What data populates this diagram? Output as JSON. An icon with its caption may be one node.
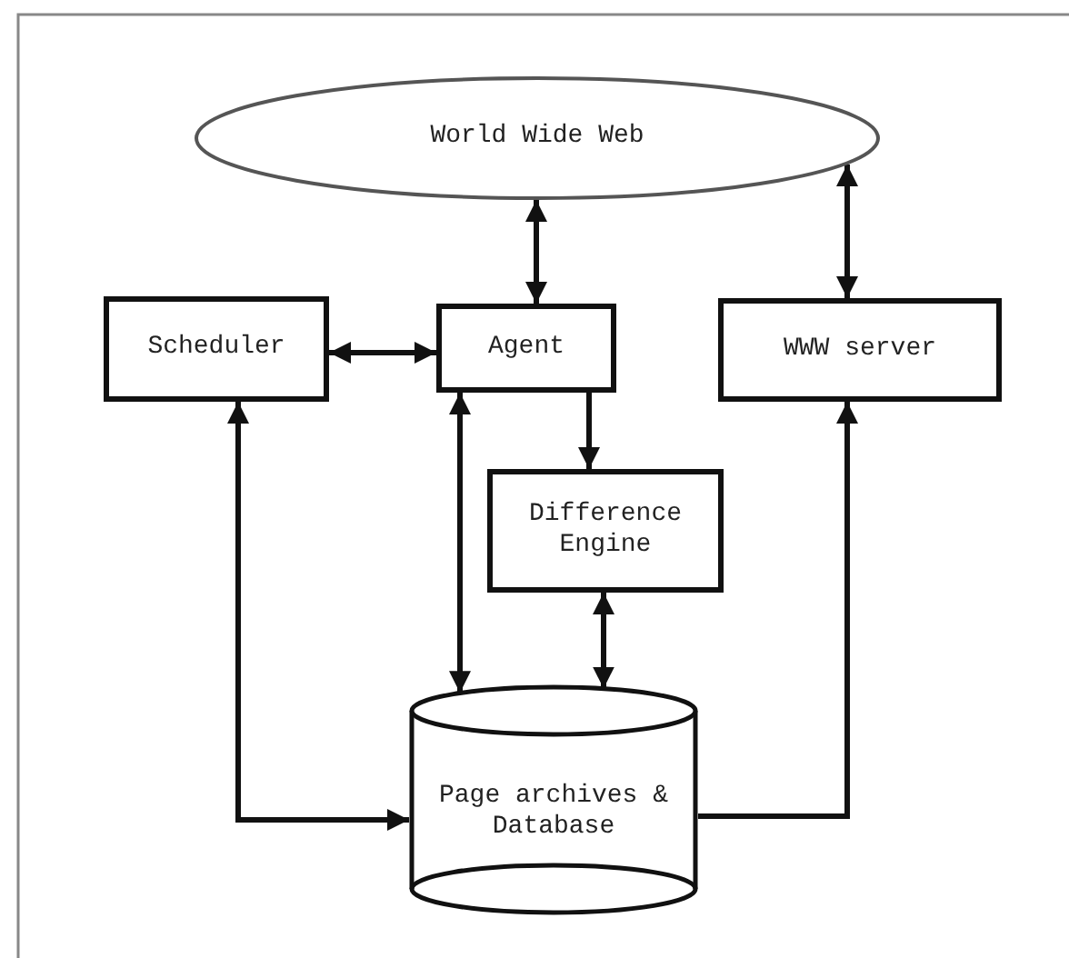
{
  "diagram": {
    "nodes": [
      {
        "text": [
          "World Wide Web"
        ]
      },
      {
        "text": [
          "Scheduler"
        ]
      },
      {
        "text": [
          "Agent"
        ]
      },
      {
        "text": [
          "WWW server"
        ]
      },
      {
        "text": [
          "Difference Engine"
        ]
      },
      {
        "text": [
          "Page archives & Database"
        ]
      }
    ],
    "edges": [
      {
        "from": 0,
        "to": 2,
        "arrow": "both"
      },
      {
        "from": 0,
        "to": 3,
        "arrow": "both"
      },
      {
        "from": 1,
        "to": 2,
        "arrow": "both"
      },
      {
        "from": 2,
        "to": 4,
        "arrow": "to"
      },
      {
        "from": 2,
        "to": 5,
        "arrow": "both"
      },
      {
        "from": 4,
        "to": 5,
        "arrow": "both"
      },
      {
        "from": 1,
        "to": 5,
        "arrow": "both"
      },
      {
        "from": 5,
        "to": 3,
        "arrow": "to"
      }
    ]
  }
}
